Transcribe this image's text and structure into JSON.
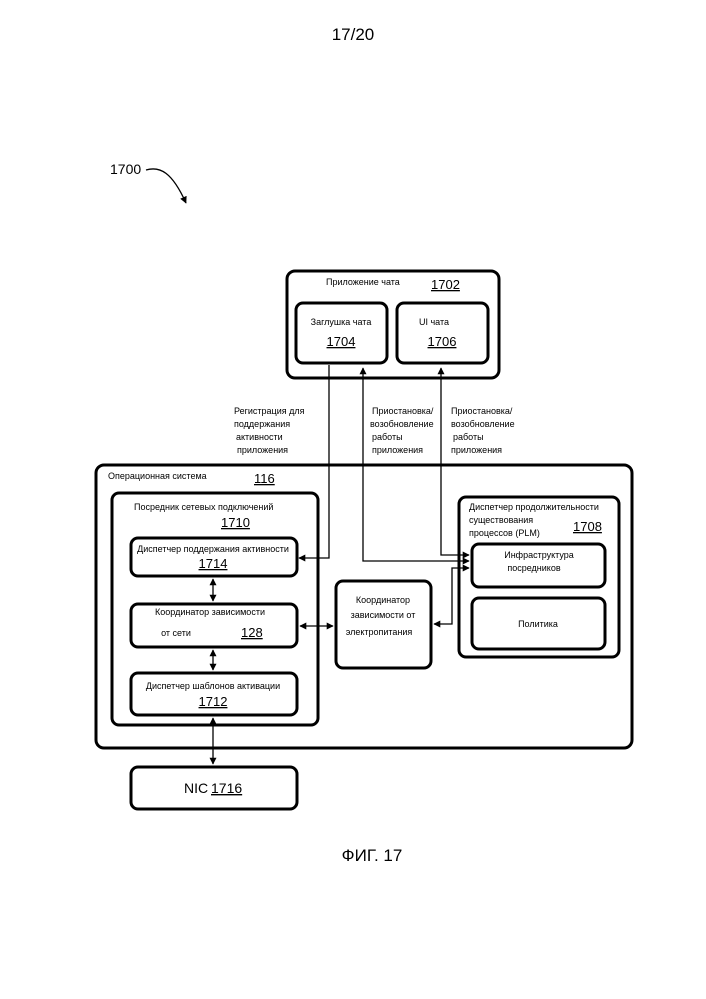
{
  "header": {
    "page_number": "17/20"
  },
  "figure_ref": {
    "label": "1700"
  },
  "caption": "ФИГ. 17",
  "chat_app": {
    "title": "Приложение чата",
    "number": "1702",
    "stub": {
      "label": "Заглушка чата",
      "number": "1704"
    },
    "ui": {
      "label": "UI чата",
      "number": "1706"
    }
  },
  "annotations": {
    "registration": [
      "Регистрация для",
      "поддержания",
      "активности",
      "приложения"
    ],
    "suspend_left": [
      "Приостановка/",
      "возобновление",
      "работы",
      "приложения"
    ],
    "suspend_right": [
      "Приостановка/",
      "возобновление",
      "работы",
      "приложения"
    ]
  },
  "os": {
    "title": "Операционная система",
    "number": "116",
    "broker": {
      "title": "Посредник сетевых подключений",
      "number": "1710",
      "keepalive": {
        "label": "Диспетчер поддержания активности",
        "number": "1714"
      },
      "network_dep": {
        "label_1": "Координатор зависимости",
        "label_2": "от сети",
        "number": "128"
      },
      "trigger": {
        "label": "Диспетчер шаблонов активации",
        "number": "1712"
      }
    },
    "power_dep": {
      "lines": [
        "Координатор",
        "зависимости от",
        "электропитания"
      ]
    },
    "plm": {
      "title_lines": [
        "Диспетчер продолжительности",
        "существования",
        "процессов (PLM)"
      ],
      "number": "1708",
      "infra": {
        "lines": [
          "Инфраструктура",
          "посредников"
        ]
      },
      "policy": {
        "label": "Политика"
      }
    }
  },
  "nic": {
    "label": "NIC",
    "number": "1716"
  }
}
